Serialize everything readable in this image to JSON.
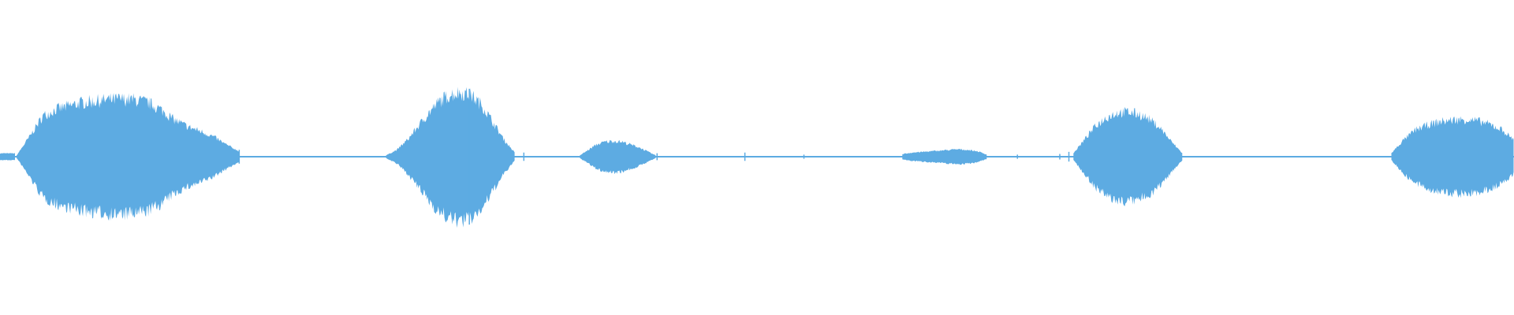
{
  "waveform": {
    "color": "#5DABE2",
    "amplitude_range": [
      -1,
      1
    ],
    "baseline_level": 0.003,
    "segments": [
      {
        "start": 0.0,
        "end": 0.01,
        "envelope": [
          0.05,
          0.05,
          0.05
        ]
      },
      {
        "start": 0.011,
        "end": 0.158,
        "envelope": [
          0.02,
          0.3,
          0.6,
          0.7,
          0.75,
          0.8,
          0.82,
          0.84,
          0.85,
          0.84,
          0.8,
          0.7,
          0.55,
          0.45,
          0.38,
          0.3,
          0.18,
          0.08
        ]
      },
      {
        "start": 0.255,
        "end": 0.34,
        "envelope": [
          0.02,
          0.1,
          0.25,
          0.45,
          0.65,
          0.82,
          0.92,
          0.95,
          0.9,
          0.75,
          0.5,
          0.25,
          0.06
        ]
      },
      {
        "start": 0.383,
        "end": 0.433,
        "envelope": [
          0.02,
          0.1,
          0.18,
          0.22,
          0.23,
          0.22,
          0.18,
          0.14,
          0.08,
          0.02
        ]
      },
      {
        "start": 0.596,
        "end": 0.652,
        "envelope": [
          0.04,
          0.06,
          0.07,
          0.08,
          0.09,
          0.1,
          0.11,
          0.1,
          0.08,
          0.03
        ]
      },
      {
        "start": 0.709,
        "end": 0.781,
        "envelope": [
          0.05,
          0.25,
          0.45,
          0.58,
          0.65,
          0.66,
          0.63,
          0.55,
          0.42,
          0.22,
          0.05
        ]
      },
      {
        "start": 0.919,
        "end": 1.0,
        "envelope": [
          0.05,
          0.25,
          0.4,
          0.47,
          0.52,
          0.54,
          0.55,
          0.53,
          0.48,
          0.4,
          0.25
        ]
      }
    ],
    "spikes": [
      {
        "pos": 0.158,
        "amp": 0.1
      },
      {
        "pos": 0.31,
        "amp": 0.98
      },
      {
        "pos": 0.346,
        "amp": 0.06
      },
      {
        "pos": 0.434,
        "amp": 0.05
      },
      {
        "pos": 0.492,
        "amp": 0.06
      },
      {
        "pos": 0.531,
        "amp": 0.03
      },
      {
        "pos": 0.672,
        "amp": 0.03
      },
      {
        "pos": 0.7,
        "amp": 0.04
      },
      {
        "pos": 0.706,
        "amp": 0.07
      }
    ]
  }
}
